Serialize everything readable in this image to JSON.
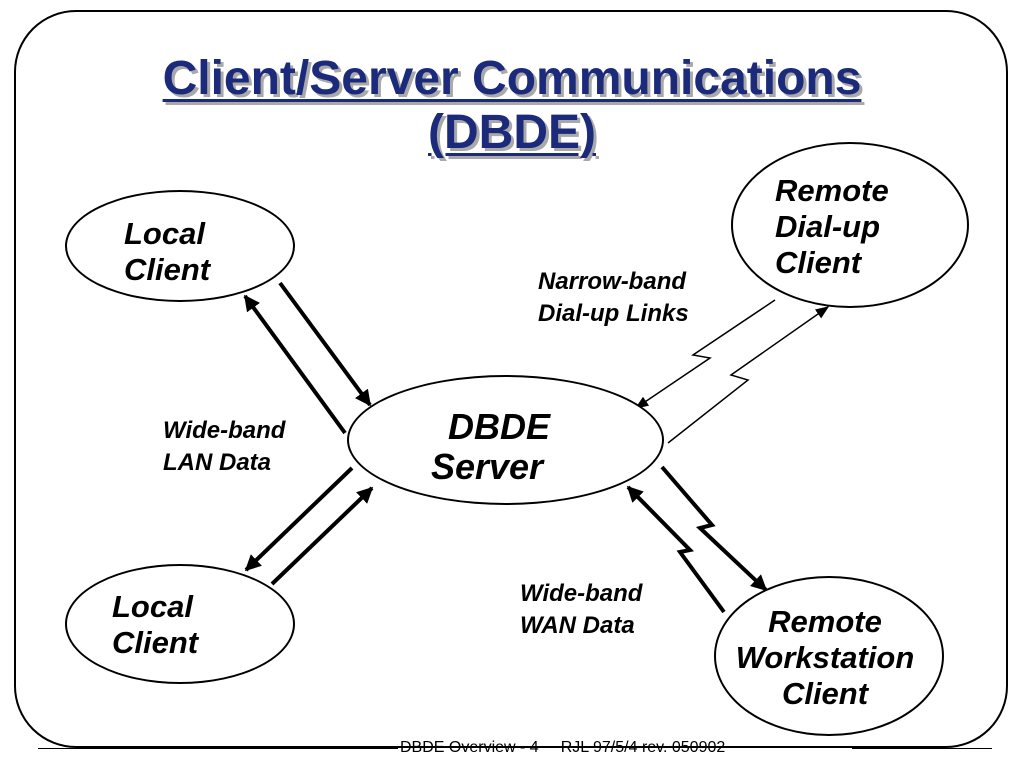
{
  "slide": {
    "title_lines": [
      "Client/Server Communications",
      "(DBDE)"
    ],
    "title_color": "#1b2a7a",
    "nodes": {
      "server": [
        "DBDE",
        "Server"
      ],
      "local_client_top": [
        "Local",
        "Client"
      ],
      "local_client_bottom": [
        "Local",
        "Client"
      ],
      "remote_dialup_client": [
        "Remote",
        "Dial-up",
        "Client"
      ],
      "remote_workstation_client": [
        "Remote",
        "Workstation",
        "Client"
      ]
    },
    "link_labels": {
      "lan": [
        "Wide-band",
        "LAN Data"
      ],
      "dialup": [
        "Narrow-band",
        "Dial-up Links"
      ],
      "wan": [
        "Wide-band",
        "WAN Data"
      ]
    },
    "footer": {
      "left": "DBDE Overview - 4",
      "right": "RJL 97/5/4 rev. 050902"
    }
  }
}
